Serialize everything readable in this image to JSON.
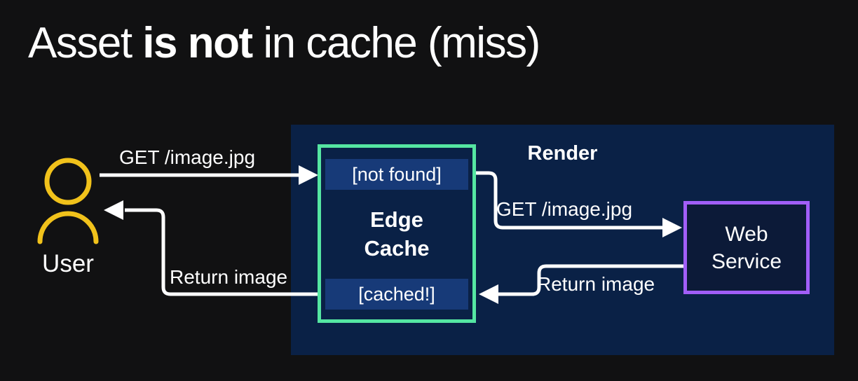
{
  "title": {
    "prefix": "Asset ",
    "emphasis": "is not",
    "suffix": " in cache (miss)"
  },
  "nodes": {
    "user": {
      "label": "User"
    },
    "render": {
      "label": "Render"
    },
    "edge_cache": {
      "status_top": "[not found]",
      "label_line1": "Edge",
      "label_line2": "Cache",
      "status_bottom": "[cached!]"
    },
    "web_service": {
      "label_line1": "Web",
      "label_line2": "Service"
    }
  },
  "edges": {
    "user_to_cache": {
      "label": "GET /image.jpg"
    },
    "cache_to_service": {
      "label": "GET /image.jpg"
    },
    "service_to_cache": {
      "label": "Return image"
    },
    "cache_to_user": {
      "label": "Return image"
    }
  },
  "colors": {
    "background": "#111112",
    "render_container": "#0a2146",
    "cache_strip": "#173a78",
    "edge_cache_border": "#55e6a2",
    "web_service_border": "#a15ef8",
    "web_service_fill": "#0c1a38",
    "user_icon": "#f1c21b",
    "arrow": "#ffffff",
    "text": "#ffffff"
  }
}
